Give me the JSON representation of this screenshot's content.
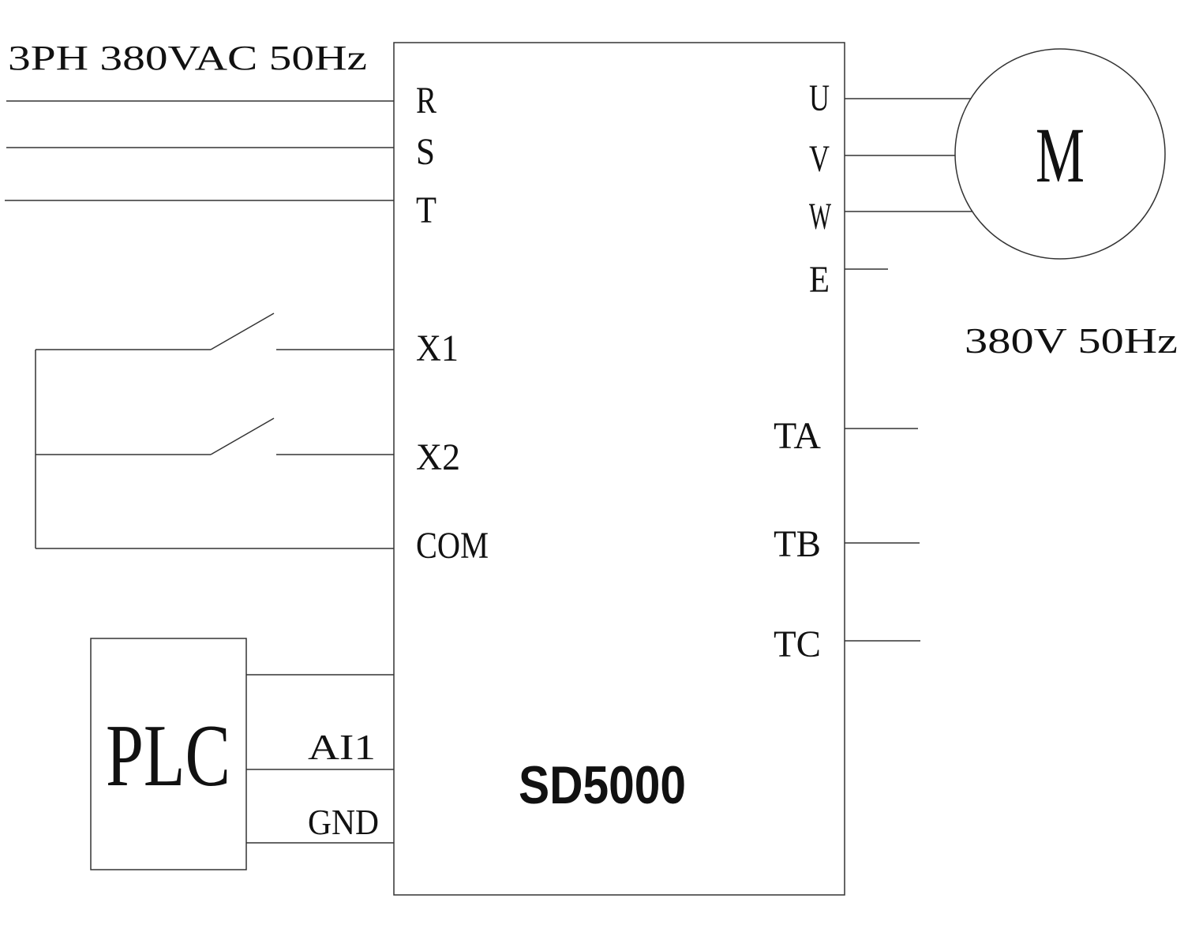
{
  "supply": {
    "label": "3PH 380VAC 50Hz"
  },
  "drive": {
    "model": "SD5000",
    "inputs": [
      "R",
      "S",
      "T"
    ],
    "outputs": [
      "U",
      "V",
      "W",
      "E"
    ],
    "digital_inputs": [
      "X1",
      "X2",
      "COM"
    ],
    "relay_outputs": [
      "TA",
      "TB",
      "TC"
    ],
    "analog": [
      "AI1",
      "GND"
    ]
  },
  "motor": {
    "label": "M",
    "rating": "380V 50Hz"
  },
  "plc": {
    "label": "PLC"
  },
  "colors": {
    "line": "#333333",
    "text": "#111111"
  }
}
